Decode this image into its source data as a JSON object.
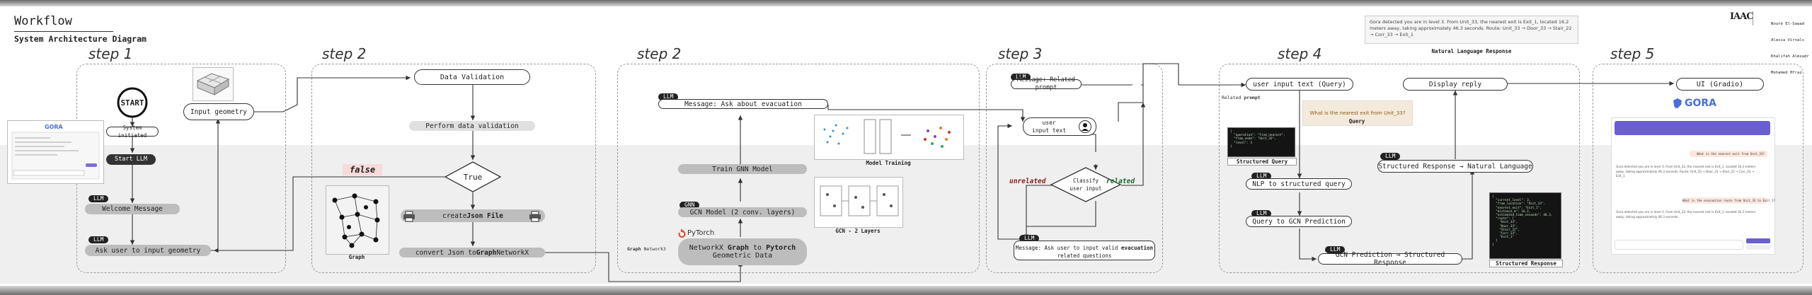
{
  "header": {
    "title": "Workflow",
    "subtitle": "System Architecture Diagram",
    "logo": "IAAC",
    "authors": [
      "Nouré El-Sawad",
      "Alexia Virnals",
      "Khalifah Almsadr",
      "Mohamed Hfraz"
    ]
  },
  "steps": [
    "step 1",
    "step 2",
    "step 2",
    "step 3",
    "step 4",
    "step 5"
  ],
  "step1": {
    "start": "START",
    "input_geometry": "Input geometry",
    "system_initiated": "System initiated",
    "start_llm": "Start LLM",
    "llm_tag": "LLM",
    "welcome": "Welcome Message",
    "ask_geometry": "Ask user to input geometry",
    "gora_brand": "GORA"
  },
  "step2a": {
    "data_validation": "Data Validation",
    "perform_validation": "Perform data validation",
    "decision_true": "True",
    "decision_false": "false",
    "create_json_pre": "create ",
    "create_json_bold": "Json File",
    "convert_pre": "convert Json to ",
    "convert_bold": "Graph",
    "convert_post": " NetworkX",
    "graph_caption": "Graph"
  },
  "step2b": {
    "llm_tag": "LLM",
    "ask_evac": "Message: Ask about evacuation",
    "train_gnn": "Train GNN Model",
    "gnn_tag": "GNN",
    "gcn_model": "GCN Model (2 conv. layers)",
    "pytorch": "PyTorch",
    "networkx_line1_a": "NetworkX ",
    "networkx_line1_b": "Graph",
    "networkx_line1_c": " to ",
    "networkx_line1_d": "Pytorch",
    "networkx_line2": "Geometric Data",
    "graph_network_a": "Graph",
    "graph_network_b": " Network3",
    "model_training": "Model Training",
    "gcn_layers": "GCN - 2 Layers"
  },
  "step3": {
    "llm_tag": "LLM",
    "related_prompt": "Message: Related prompt",
    "user_input_text": "user\ninput text",
    "classify": "Classify\nuser input",
    "unrelated": "unrelated",
    "related": "related",
    "ask_valid_a": "Message: Ask user to input valid ",
    "ask_valid_b": "evacuation",
    "ask_valid_c": " related questions"
  },
  "step4": {
    "user_query": "user input text (Query)",
    "related_prompt_a": "Related ",
    "related_prompt_b": "prompt",
    "query_example": "What is the nearest exit from Unit_33?",
    "query_caption": "Query",
    "structured_query_caption": "Structured Query",
    "llm_tag": "LLM",
    "nlp": "NLP to structured query",
    "query_gcn": "Query to GCN Prediction",
    "gcn_pred": "GCN Prediction → Structured Response",
    "structured_response": "Structured Response → Natural Language",
    "display_reply": "Display reply",
    "structured_response_caption": "Structured Response",
    "nl_caption": "Natural Language Response",
    "nl_text": "Gora detected you are in level 3. From Unit_33, the nearest exit is Exit_1, located 16.2 meters away, taking approximately 46.3 seconds. Route: Unit_33 → Door_33 → Stair_22 → Corr_33 → Exit_1",
    "code_query": "{\n  \"operation\": \"find_nearest\",\n  \"from_node\": \"Unit_33\",\n  \"level\": 3\n}",
    "code_response": "{\n  \"current_level\": 3,\n  \"from_location\": \"Unit_33\",\n  \"nearest_exit\": \"Exit_1\",\n  \"distance_m\": 16.2,\n  \"estimated_time_seconds\": 46.3,\n  \"route\": [\n    \"Unit_33\",\n    \"Door_33\",\n    \"Stair_22\",\n    \"Corr_33\",\n    \"Exit_1\"\n  ]\n}"
  },
  "step5": {
    "ui": "UI (Gradio)",
    "brand": "GORA",
    "chat_q1": "What is the nearest exit from Unit_33?",
    "chat_q2": "What is the evacuation route from Unit_33 to Exit_1?",
    "chat_a1": "Gora detected you are in level 3. From Unit_33, the nearest exit is Exit_1, located 16.2 meters away, taking approximately 46.3 seconds. Route: Unit_33 → Door_33 → Stair_22 → Corr_33 → Exit_1",
    "chat_a2": "Gora detected you are in level 3. From Unit_33, the nearest exit is Exit_1, located 16.2 meters away, taking approximately 46.3 seconds."
  },
  "colors": {
    "false_fill": "#f7dada",
    "brand_blue": "#4a6fd6",
    "panel_border": "#999999"
  }
}
